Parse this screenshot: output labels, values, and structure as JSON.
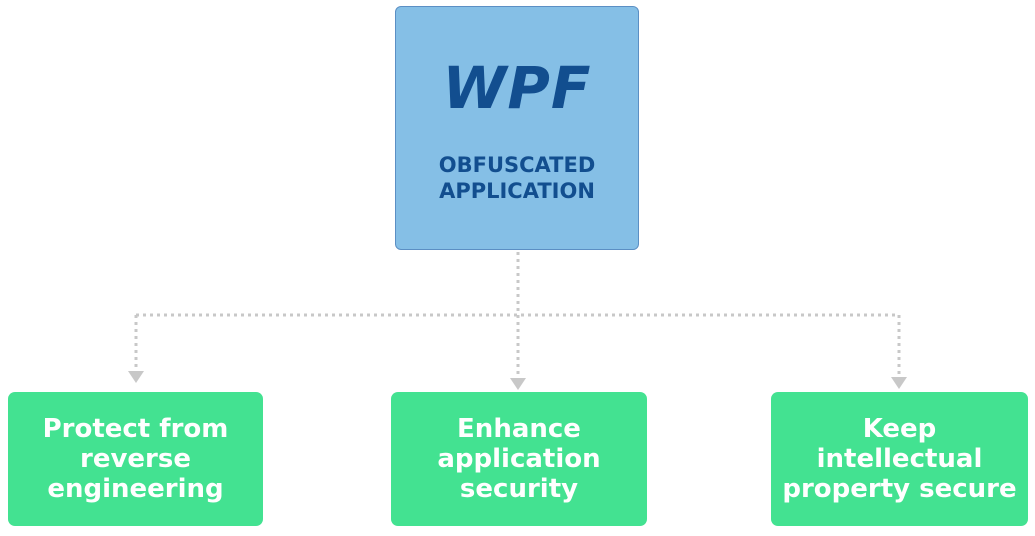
{
  "root": {
    "title": "WPF",
    "subtitle": "OBFUSCATED APPLICATION"
  },
  "leaves": [
    {
      "label": "Protect from reverse engineering"
    },
    {
      "label": "Enhance application security"
    },
    {
      "label": "Keep intellectual property secure"
    }
  ],
  "colors": {
    "root_fill": "#85bfe6",
    "root_border": "#5b8fc4",
    "root_text": "#124e8f",
    "leaf_fill": "#43e291",
    "leaf_text": "#ffffff",
    "connector": "#c8c8c8"
  }
}
